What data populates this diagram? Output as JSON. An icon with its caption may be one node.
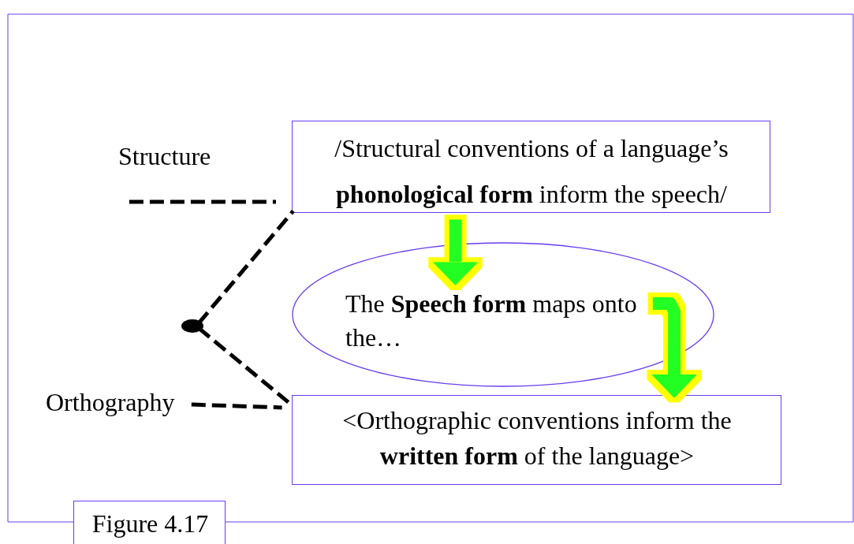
{
  "diagram": {
    "nodes": [
      {
        "text": [
          "Structure"
        ]
      },
      {
        "text": [
          "/Structural conventions of a language’s **phonological form** inform the speech/"
        ]
      },
      {
        "text": [
          "The **Speech form** maps onto the…"
        ]
      },
      {
        "text": [
          "<Orthographic conventions inform the **written form** of the language>"
        ]
      },
      {
        "text": [
          "Orthography"
        ]
      },
      {
        "text": [],
        "shape": "circle"
      },
      {
        "text": [
          "Figure 4.17"
        ]
      }
    ],
    "edges": [
      {
        "from": 0,
        "to": 1,
        "arrow": "none",
        "style": "dashed"
      },
      {
        "from": 5,
        "to": 1,
        "arrow": "none",
        "style": "dashed"
      },
      {
        "from": 5,
        "to": 3,
        "arrow": "none",
        "style": "dashed"
      },
      {
        "from": 4,
        "to": 3,
        "arrow": "none",
        "style": "dashed"
      },
      {
        "from": 1,
        "to": 2,
        "arrow": "to",
        "style": "thick",
        "color": "#22ff22"
      },
      {
        "from": 2,
        "to": 3,
        "arrow": "to",
        "style": "thick",
        "color": "#22ff22"
      }
    ]
  }
}
